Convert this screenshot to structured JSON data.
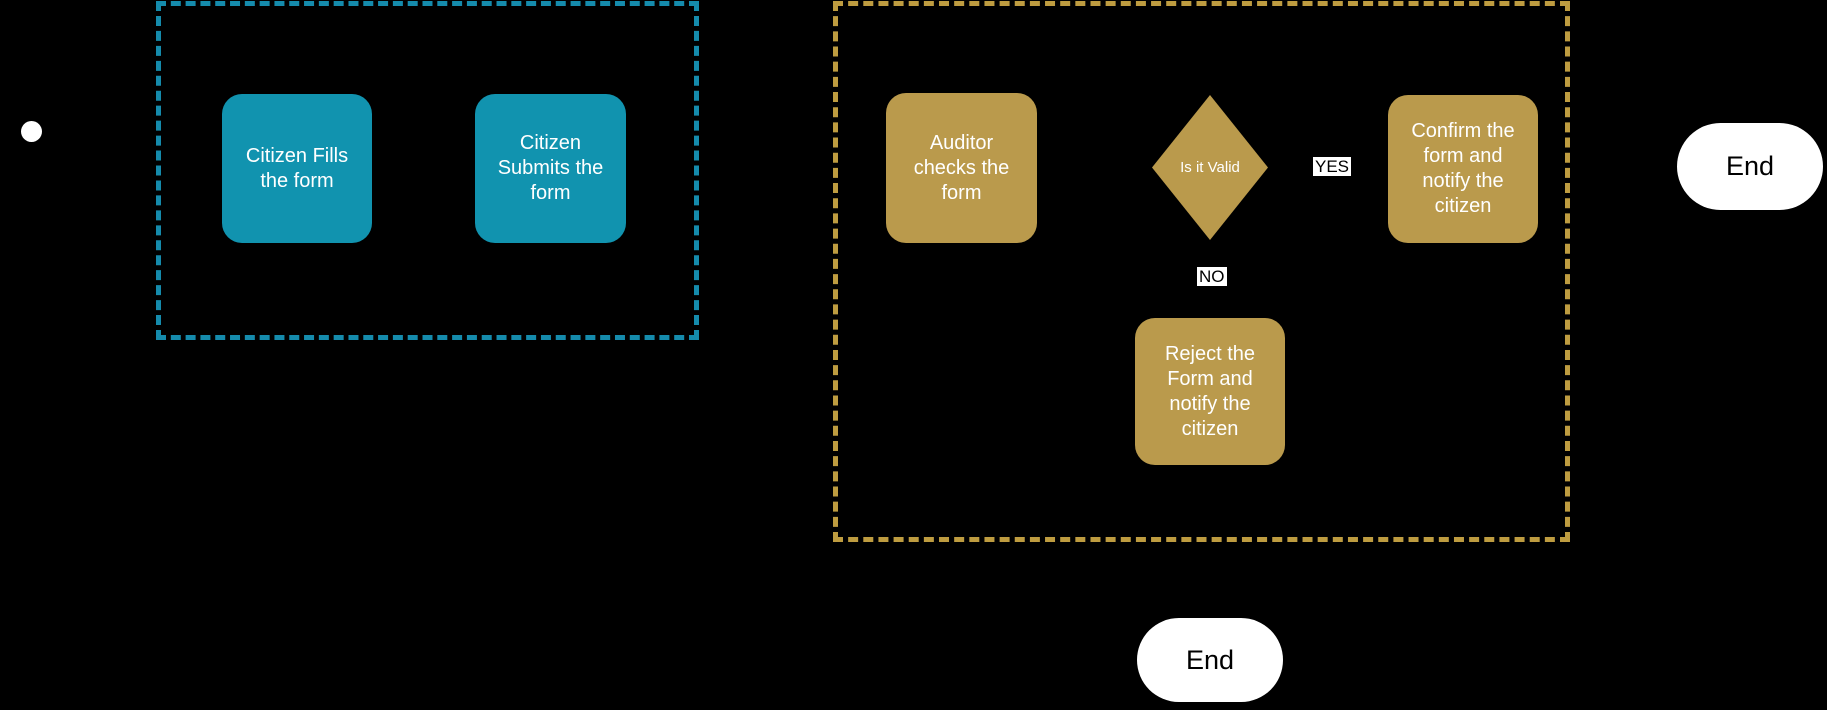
{
  "colors": {
    "background": "#000000",
    "citizen_lane": "#158BAC",
    "citizen_node": "#1193AF",
    "auditor_lane": "#BE9C40",
    "auditor_node": "#BA9A4C",
    "node_text": "#FFFFFF",
    "terminal_bg": "#FFFFFF",
    "terminal_text": "#000000"
  },
  "nodes": {
    "citizen_fills": {
      "label": "Citizen Fills the form"
    },
    "citizen_submits": {
      "label": "Citizen Submits the form"
    },
    "auditor_checks": {
      "label": "Auditor checks the form"
    },
    "is_it_valid": {
      "label": "Is it Valid"
    },
    "confirm": {
      "label": "Confirm the form and notify the citizen"
    },
    "reject": {
      "label": "Reject the Form and notify the citizen"
    },
    "end_right": {
      "label": "End"
    },
    "end_bottom": {
      "label": "End"
    }
  },
  "edge_labels": {
    "yes": "YES",
    "no": "NO"
  }
}
